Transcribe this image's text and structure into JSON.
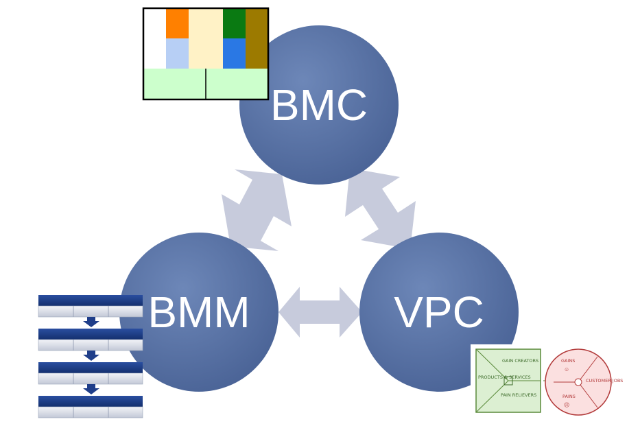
{
  "nodes": {
    "bmc": {
      "label": "BMC",
      "color": "#5a74a6"
    },
    "bmm": {
      "label": "BMM",
      "color": "#5a74a6"
    },
    "vpc": {
      "label": "VPC",
      "color": "#5a74a6"
    }
  },
  "arrow_color": "#c5cadb",
  "bmc_canvas": {
    "colors": [
      "#ff8000",
      "#fff2c6",
      "#0a7a12",
      "#9c7a00",
      "#b7cff5",
      "#2a78e4",
      "#ccffcc"
    ]
  },
  "bmm_stack": {
    "bar_color": "#1f3e8a",
    "arrow_color": "#1f3e8a"
  },
  "vpc_canvas": {
    "square_color": "#dcefd2",
    "circle_color": "#fbe0e0",
    "gain_creators": "GAIN CREATORS",
    "products_services": "PRODUCTS & SERVICES",
    "pain_relievers": "PAIN RELIEVERS",
    "gains": "GAINS",
    "customer_jobs": "CUSTOMER JOBS",
    "pains": "PAINS"
  }
}
